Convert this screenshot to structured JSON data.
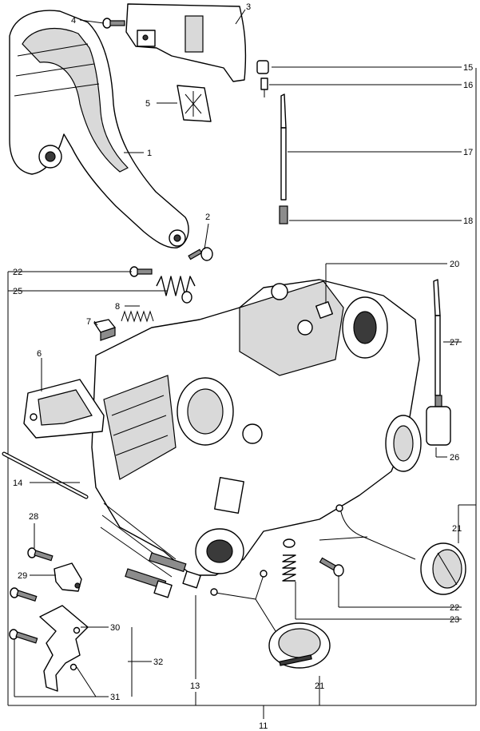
{
  "callouts": {
    "c1": "1",
    "c2": "2",
    "c3": "3",
    "c4": "4",
    "c5": "5",
    "c6": "6",
    "c7": "7",
    "c8": "8",
    "c11": "11",
    "c13": "13",
    "c14": "14",
    "c15": "15",
    "c16": "16",
    "c17": "17",
    "c18": "18",
    "c20": "20",
    "c21a": "21",
    "c21b": "21",
    "c22a": "22",
    "c22b": "22",
    "c23": "23",
    "c25": "25",
    "c26": "26",
    "c27": "27",
    "c28": "28",
    "c29": "29",
    "c30": "30",
    "c31": "31",
    "c32": "32"
  }
}
